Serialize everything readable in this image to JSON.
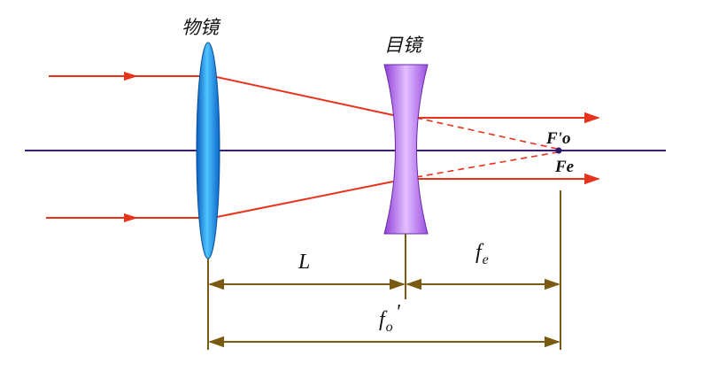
{
  "labels": {
    "objective": "物镜",
    "eyepiece": "目镜",
    "focus_objective": "F'o",
    "focus_eyepiece": "Fe",
    "dist_L": "L",
    "dist_fe_main": "f",
    "dist_fe_sub": "e",
    "dist_fo_main": "f",
    "dist_fo_sub": "o",
    "dist_fo_prime": "'"
  },
  "colors": {
    "axis": "#3a1a8a",
    "ray": "#e8331c",
    "dimension": "#7a5a10",
    "objective_lens": "#1e90e6",
    "eyepiece_lens": "#b266e8",
    "focal_point": "#2a1a6a"
  }
}
